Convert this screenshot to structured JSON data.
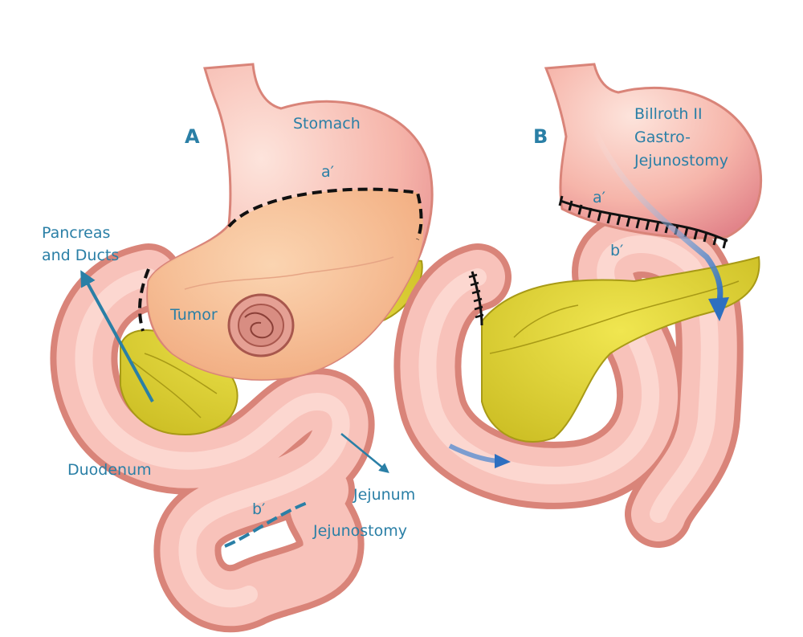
{
  "panel_a": {
    "letter": "A",
    "labels": {
      "stomach": "Stomach",
      "a_prime": "a′",
      "pancreas_line1": "Pancreas",
      "pancreas_line2": "and Ducts",
      "tumor": "Tumor",
      "duodenum": "Duodenum",
      "jejunum": "Jejunum",
      "b_prime": "b′",
      "jejunostomy": "Jejunostomy"
    }
  },
  "panel_b": {
    "letter": "B",
    "labels": {
      "title_line1": "Billroth II",
      "title_line2": "Gastro-",
      "title_line3": "Jejunostomy",
      "a_prime": "a′",
      "b_prime": "b′"
    }
  },
  "colors": {
    "label": "#2a7fa6",
    "tissue": "#f2a9a2",
    "tissue_edge": "#d98479",
    "resected": "#f6bd8f",
    "pancreas": "#ddd135",
    "tumor": "#c9786a"
  }
}
